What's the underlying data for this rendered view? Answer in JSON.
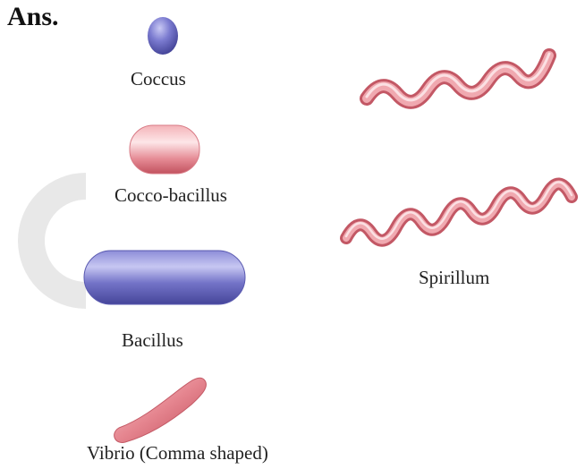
{
  "heading": "Ans.",
  "shapes": {
    "coccus": "Coccus",
    "cocco_bacillus": "Cocco-bacillus",
    "bacillus": "Bacillus",
    "vibrio": "Vibrio (Comma shaped)",
    "spirillum": "Spirillum"
  },
  "colors": {
    "blue_cell": "#6f6fc4",
    "red_cell": "#e48890",
    "watermark": "#e8e8e8"
  }
}
